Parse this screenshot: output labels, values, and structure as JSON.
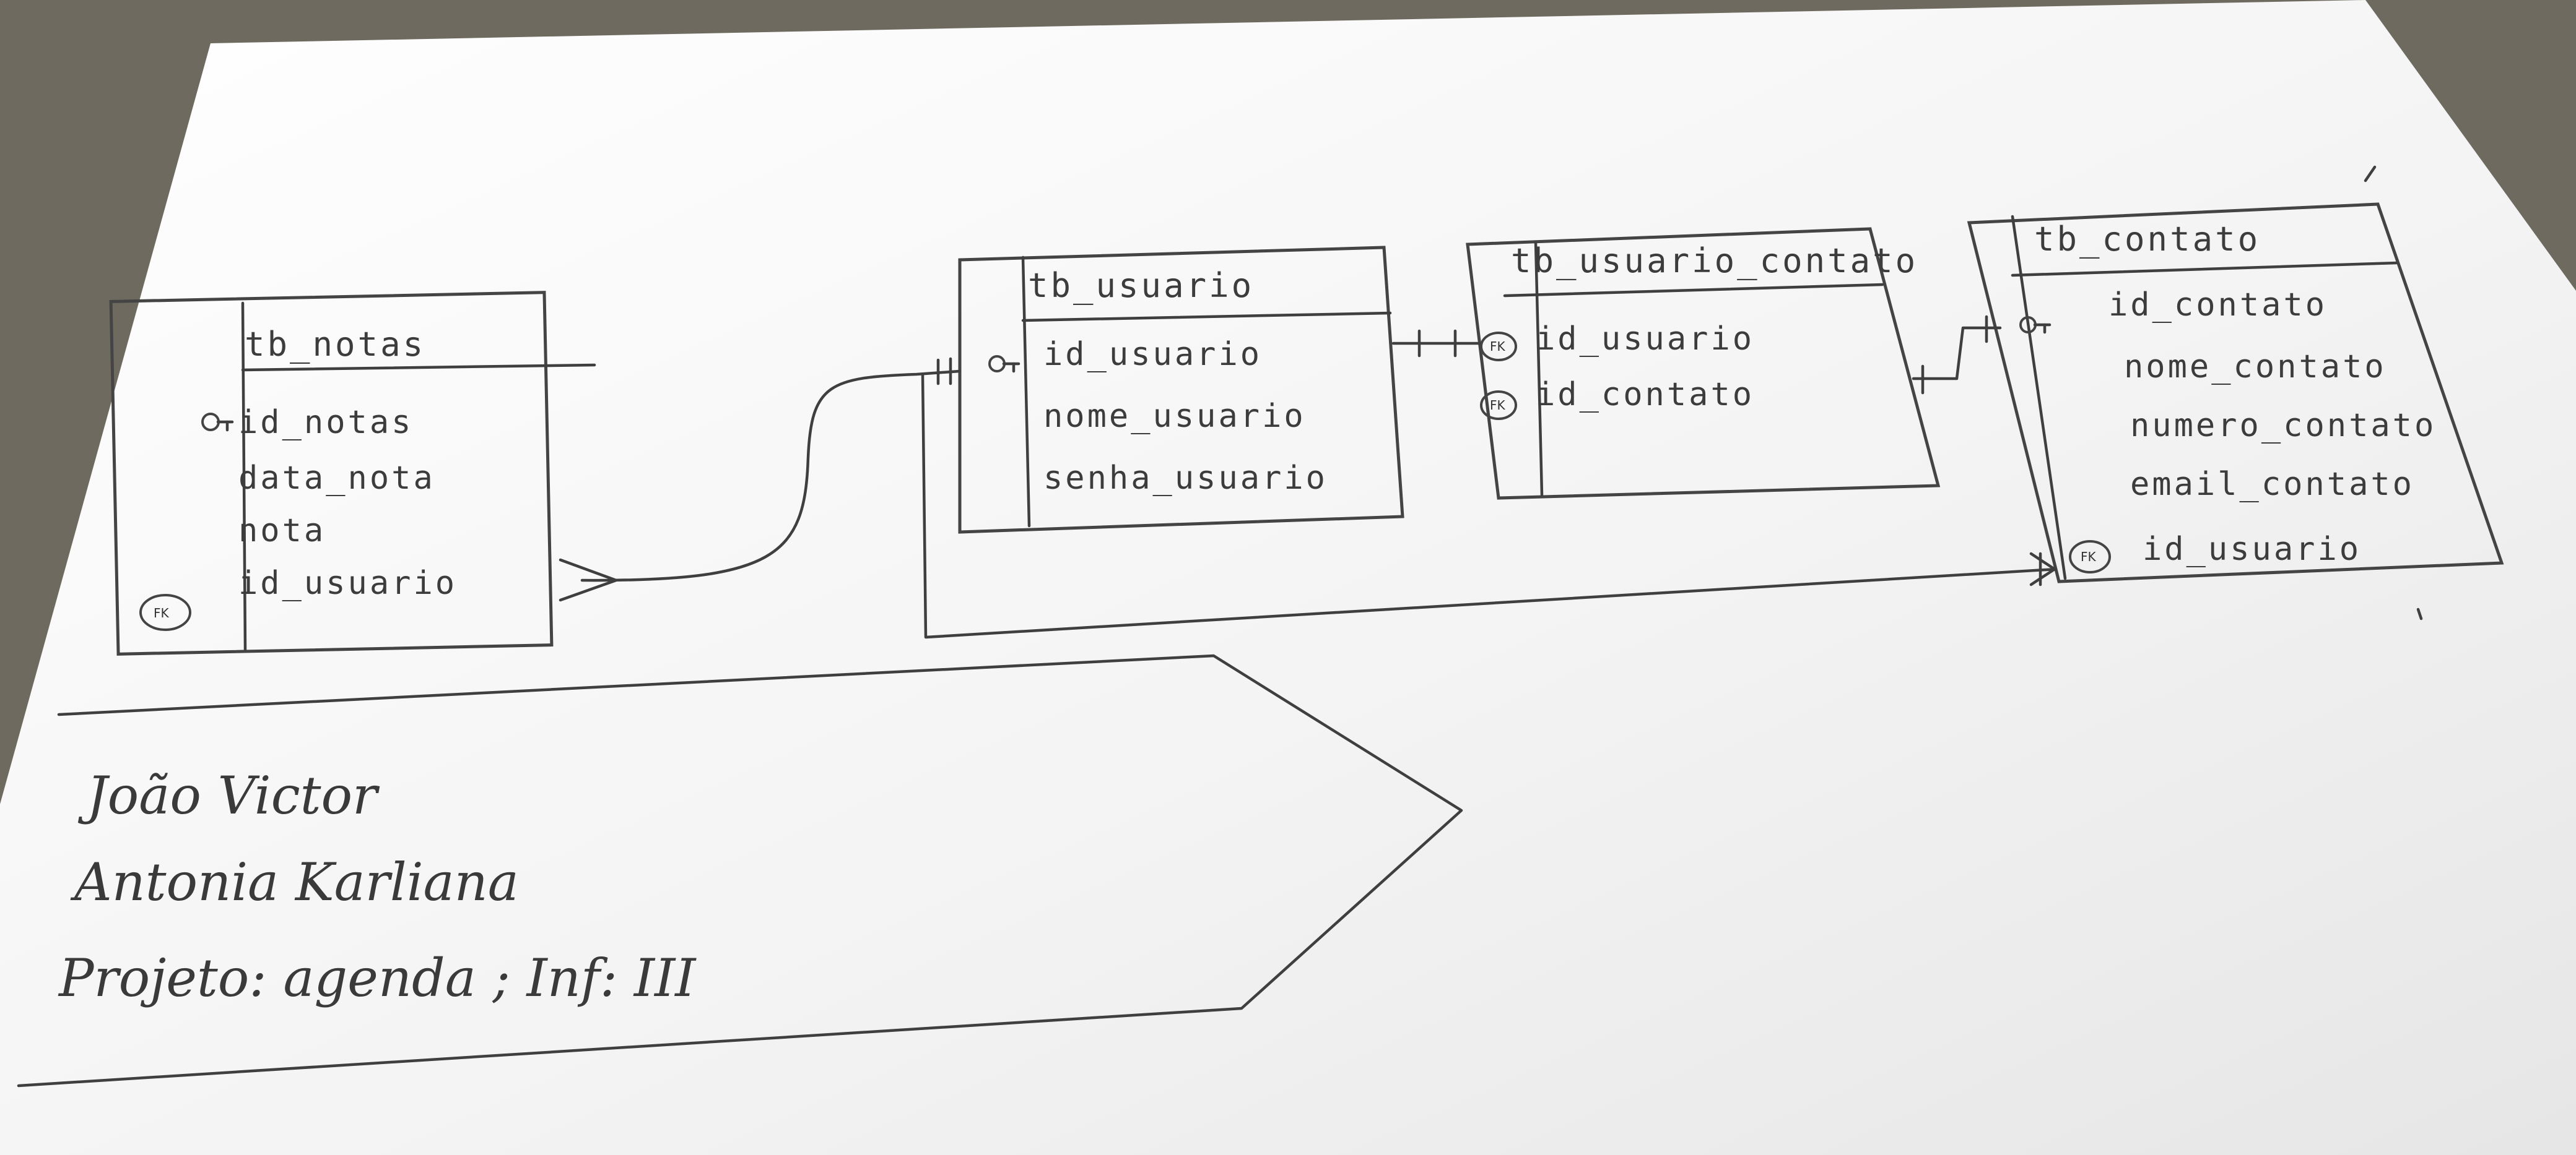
{
  "tables": {
    "tb_notas": {
      "title": "tb_notas",
      "fields": [
        "id_notas",
        "data_nota",
        "nota",
        "id_usuario"
      ]
    },
    "tb_usuario": {
      "title": "tb_usuario",
      "fields": [
        "id_usuario",
        "nome_usuario",
        "senha_usuario"
      ]
    },
    "tb_usuario_contato": {
      "title": "tb_usuario_contato",
      "fields": [
        "id_usuario",
        "id_contato"
      ]
    },
    "tb_contato": {
      "title": "tb_contato",
      "fields": [
        "id_contato",
        "nome_contato",
        "numero_contato",
        "email_contato",
        "id_usuario"
      ]
    }
  },
  "key_marks": {
    "primary": "key-icon",
    "foreign": "foreign-key-icon"
  },
  "notes": {
    "line1": "João Victor",
    "line2": "Antonia Karliana",
    "line3": "Projeto: agenda ; Inf: III"
  },
  "colors": {
    "paper": "#f6f6f6",
    "ink": "#3f3f3f",
    "table": "#444444"
  }
}
